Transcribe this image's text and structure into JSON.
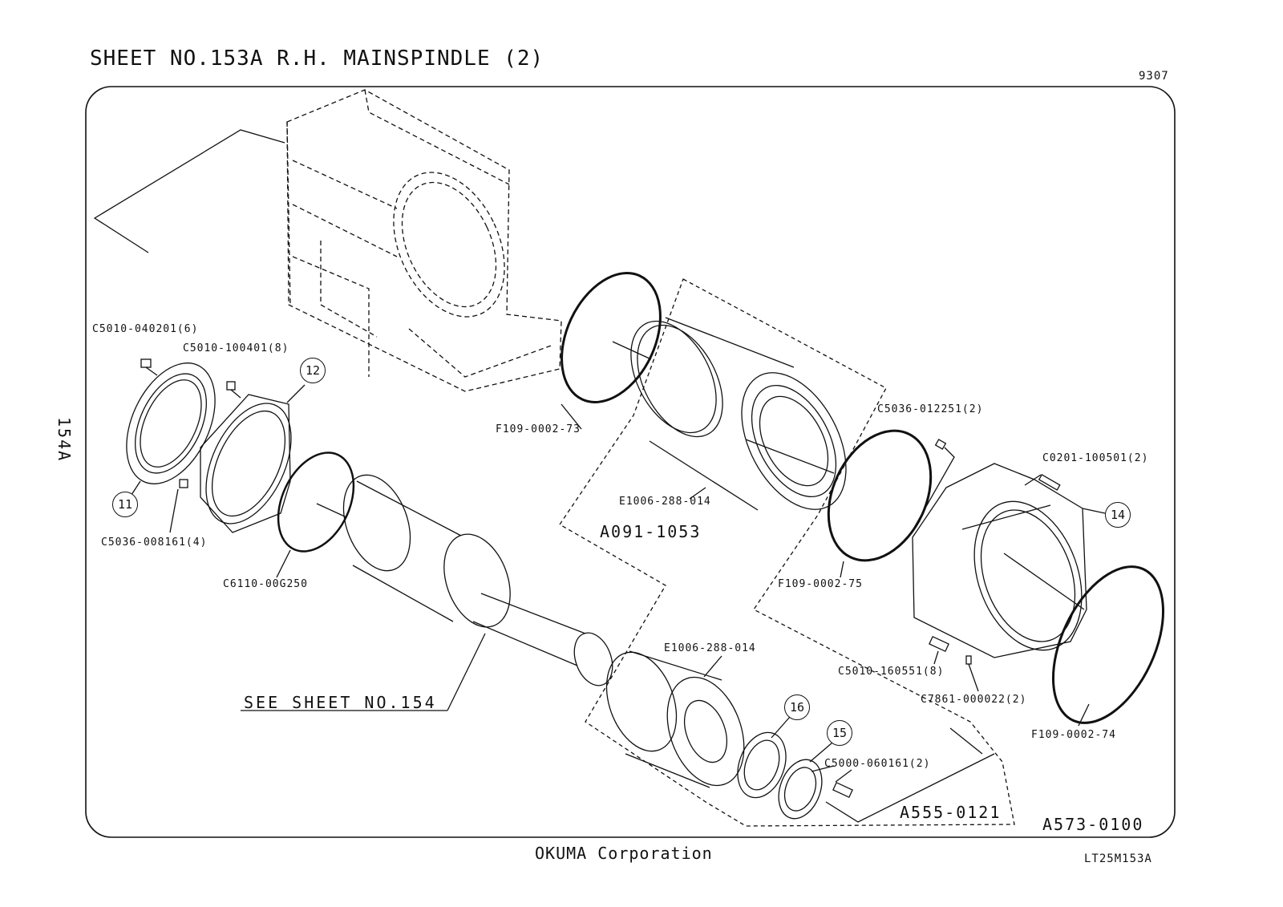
{
  "sheet": {
    "title": "SHEET NO.153A  R.H. MAINSPINDLE (2)",
    "code": "9307",
    "side_label": "154A",
    "company": "OKUMA Corporation",
    "drawing_id": "LT25M153A"
  },
  "parts": {
    "c5010_040201": "C5010-040201(6)",
    "c5010_100401": "C5010-100401(8)",
    "c5036_008161": "C5036-008161(4)",
    "c6110_00g250": "C6110-00G250",
    "f109_0002_73": "F109-0002-73",
    "e1006_288_014_a": "E1006-288-014",
    "a091_1053": "A091-1053",
    "c5036_012251": "C5036-012251(2)",
    "c0201_100501": "C0201-100501(2)",
    "f109_0002_75": "F109-0002-75",
    "c5010_160551": "C5010-160551(8)",
    "c7861_000022": "C7861-000022(2)",
    "f109_0002_74": "F109-0002-74",
    "e1006_288_014_b": "E1006-288-014",
    "c5000_060161": "C5000-060161(2)",
    "a555_0121": "A555-0121",
    "a573_0100": "A573-0100",
    "see_sheet": "SEE SHEET NO.154"
  },
  "callouts": {
    "n11": "11",
    "n12": "12",
    "n14": "14",
    "n15": "15",
    "n16": "16"
  }
}
